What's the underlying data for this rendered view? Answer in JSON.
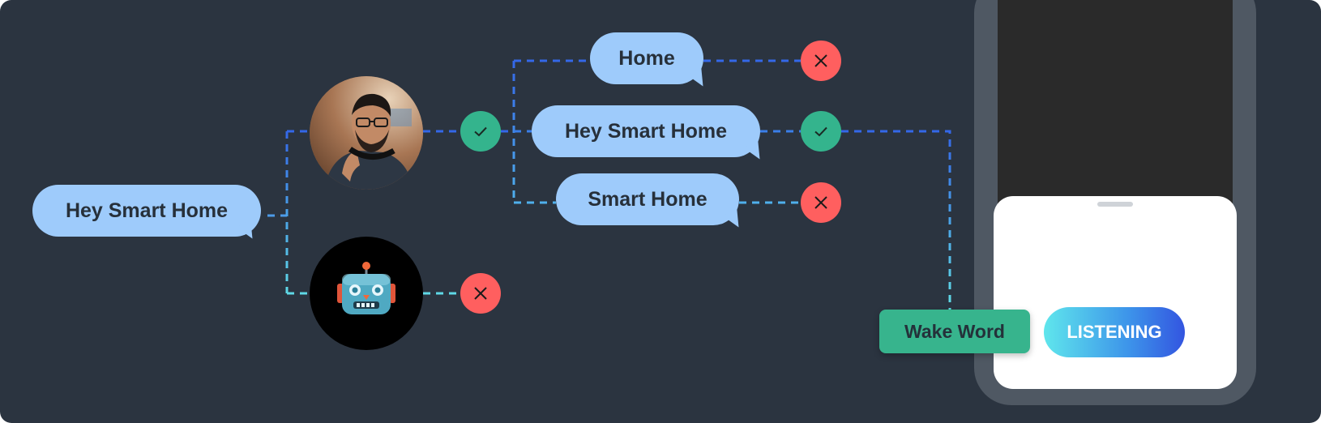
{
  "input_phrase": "Hey Smart Home",
  "speakers": [
    {
      "name": "human-speaker",
      "depiction": "photo-of-person"
    },
    {
      "name": "robot-speaker",
      "depiction": "robot-emoji",
      "emoji": "🤖"
    }
  ],
  "candidates": [
    {
      "text": "Home",
      "result": "rejected"
    },
    {
      "text": "Hey Smart Home",
      "result": "accepted"
    },
    {
      "text": "Smart Home",
      "result": "rejected"
    }
  ],
  "speaker_results": [
    {
      "speaker": "human-speaker",
      "result": "accepted"
    },
    {
      "speaker": "robot-speaker",
      "result": "rejected"
    }
  ],
  "device": {
    "wake_word_label": "Wake Word",
    "status_label": "LISTENING"
  },
  "icons": {
    "accepted": "check-icon",
    "rejected": "cross-icon"
  },
  "colors": {
    "background": "#2b3440",
    "bubble": "#9ecbfb",
    "accepted": "#34b48d",
    "rejected": "#ff5f5f",
    "wire_dark": "#3467e8",
    "wire_light": "#5fd8e6",
    "tag": "#37b48d"
  }
}
